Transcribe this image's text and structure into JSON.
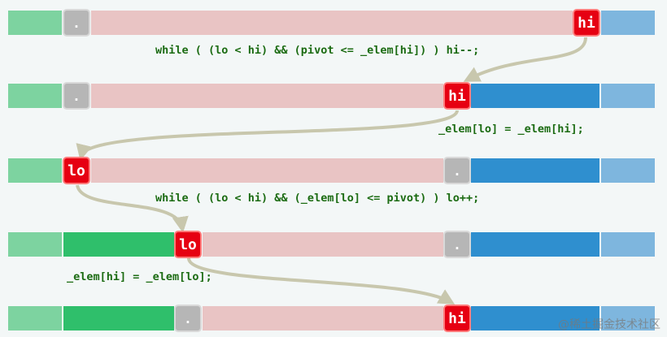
{
  "diagram": {
    "colors": {
      "sorted_light": "#7dd3a0",
      "sorted_dark": "#2fbf6b",
      "unsorted": "#e9c4c4",
      "greater_dark": "#2f8fcf",
      "greater_light": "#7eb6de",
      "pointer": "#e60012",
      "hole": "#b6b6b6",
      "arrow": "#c8c7ad",
      "code": "#1b6b12"
    },
    "markers": {
      "hole": ".",
      "hi": "hi",
      "lo": "lo"
    },
    "steps": [
      {
        "code": "while ( (lo < hi) && (pivot <= _elem[hi]) ) hi--;"
      },
      {
        "code": "_elem[lo] = _elem[hi];"
      },
      {
        "code": "while ( (lo < hi) && (_elem[lo] <= pivot) ) lo++;"
      },
      {
        "code": "_elem[hi] = _elem[lo];"
      }
    ],
    "watermark": "@稀土掘金技术社区"
  }
}
